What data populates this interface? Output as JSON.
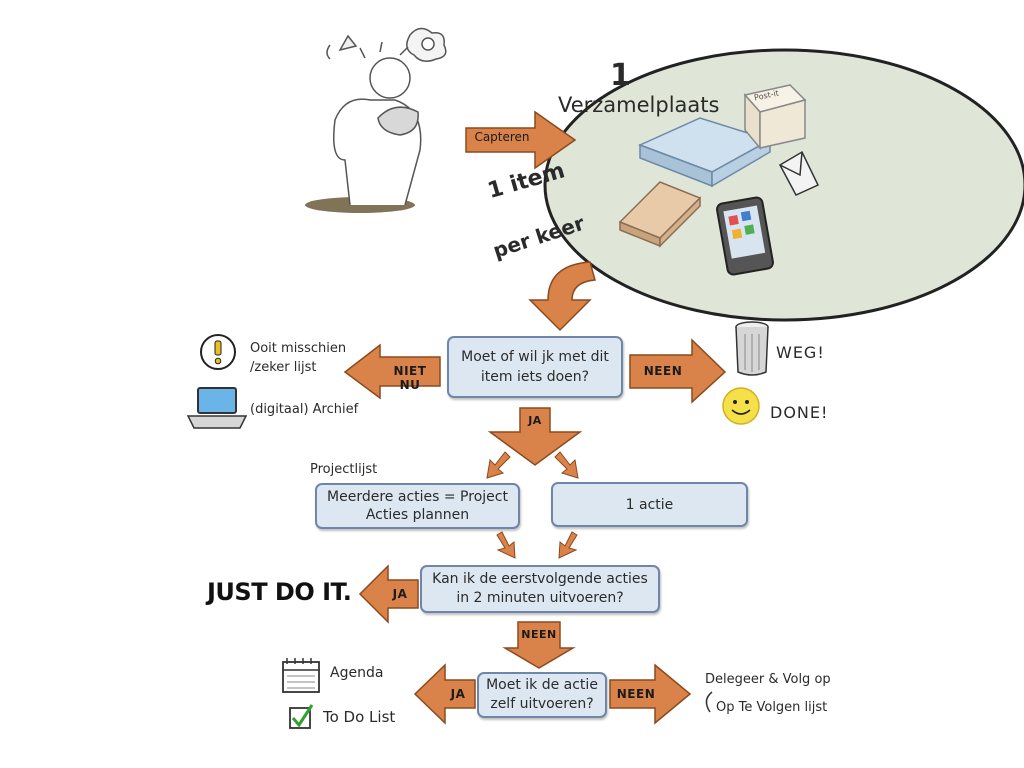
{
  "collect": {
    "number": "1",
    "title": "Verzamelplaats",
    "capture_label": "Capteren",
    "one_at_a_time_line1": "1 item",
    "one_at_a_time_line2": "per keer",
    "postit_label": "Post-it"
  },
  "decision1": {
    "question_line1": "Moet of wil jk met dit",
    "question_line2": "item iets doen?",
    "no_label": "NEEN",
    "not_now_label": "NIET NU",
    "yes_label": "JA"
  },
  "left_outcomes": {
    "someday_line1": "Ooit misschien",
    "someday_line2": "/zeker lijst",
    "archive": "(digitaal) Archief"
  },
  "right_outcomes": {
    "trash": "WEG!",
    "done": "DONE!"
  },
  "branch": {
    "project_list_title": "Projectlijst",
    "multi_line1": "Meerdere acties = Project",
    "multi_line2": "Acties plannen",
    "single": "1 actie"
  },
  "decision2": {
    "question_line1": "Kan ik de eerstvolgende acties",
    "question_line2": "in 2 minuten uitvoeren?",
    "yes_label": "JA",
    "no_label": "NEEN",
    "just_do_it": "JUST DO IT."
  },
  "decision3": {
    "question_line1": "Moet ik de actie",
    "question_line2": "zelf uitvoeren?",
    "yes_label": "JA",
    "no_label": "NEEN"
  },
  "final": {
    "agenda": "Agenda",
    "todo": "To Do List",
    "delegate_line1": "Delegeer & Volg op",
    "delegate_line2": "Op Te Volgen lijst"
  },
  "colors": {
    "arrow": "#d9834a",
    "arrow_stroke": "#8a4a1e",
    "box_fill": "#dde7f2",
    "box_border": "#6f86a8",
    "inbox_circle": "#dfe6d8"
  }
}
